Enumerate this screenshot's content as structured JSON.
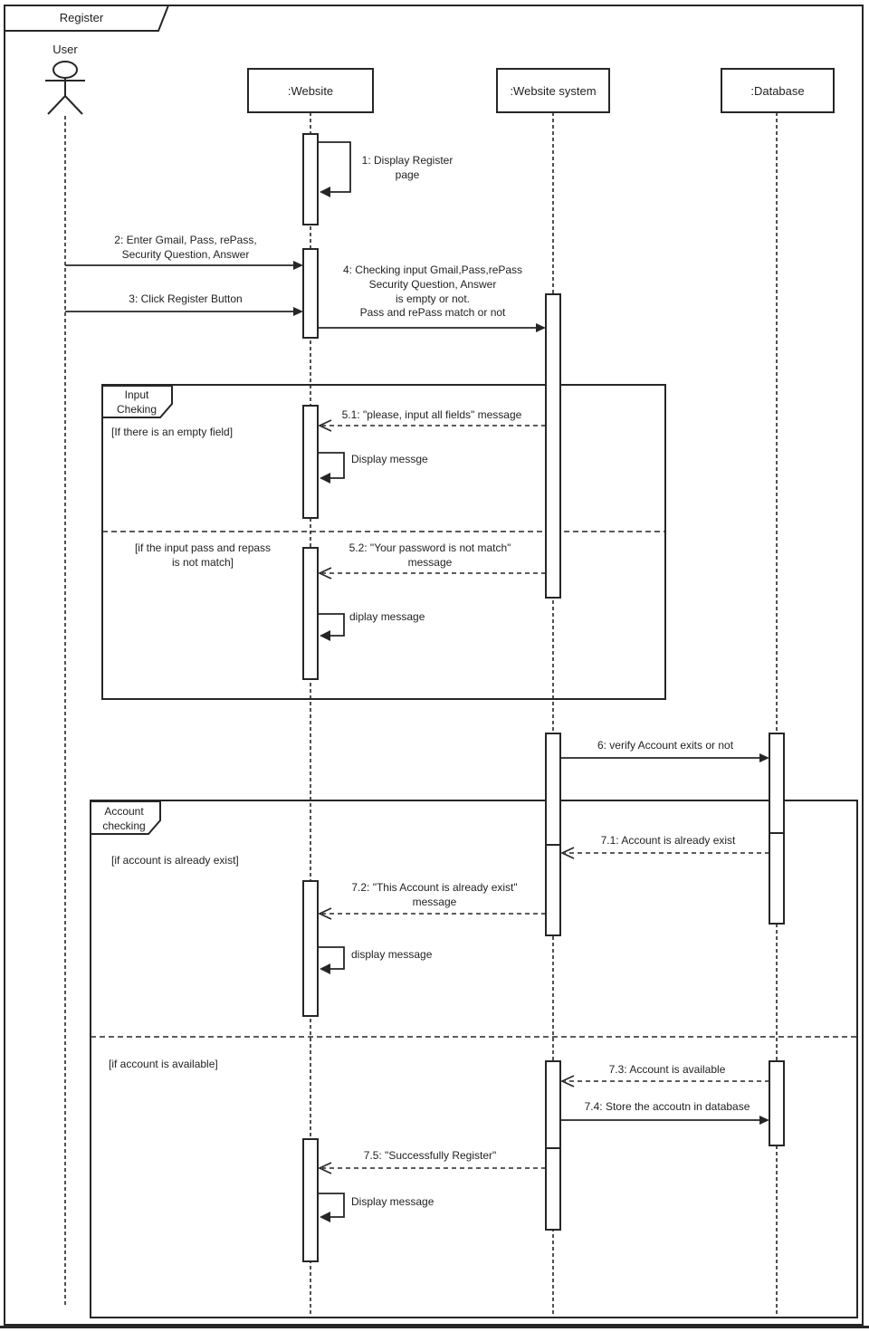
{
  "frame": {
    "title": "Register"
  },
  "actor": {
    "label": "User"
  },
  "lifelines": {
    "website": ":Website",
    "system": ":Website system",
    "database": ":Database"
  },
  "messages": {
    "m1": "1: Display Register\npage",
    "m2": "2: Enter Gmail, Pass, rePass,\nSecurity Question, Answer",
    "m3": "3: Click Register Button",
    "m4": "4: Checking input  Gmail,Pass,rePass\nSecurity Question, Answer\nis empty or not.\nPass and rePass match or not",
    "m5_1": "5.1: \"please, input all fields\" message",
    "m5_1_self": "Display messge",
    "m5_2": "5.2: \"Your password is not match\"\nmessage",
    "m5_2_self": "diplay message",
    "m6": "6: verify Account exits or not",
    "m7_1": "7.1: Account is already exist",
    "m7_2": "7.2: \"This Account is already exist\"\nmessage",
    "m7_2_self": "display message",
    "m7_3": "7.3: Account is available",
    "m7_4": "7.4: Store the accoutn in database",
    "m7_5": "7.5: \"Successfully Register\"",
    "m7_5_self": "Display message"
  },
  "fragments": {
    "input_checking": {
      "name": "Input\nCheking",
      "guard_empty": "[If there is  an empty field]",
      "guard_mismatch": "[if the input pass and repass\nis not match]"
    },
    "account_checking": {
      "name": "Account\nchecking",
      "guard_exists": "[if account is already exist]",
      "guard_available": "[if account is available]"
    }
  },
  "colors": {
    "stroke": "#262626",
    "background": "#ffffff"
  }
}
